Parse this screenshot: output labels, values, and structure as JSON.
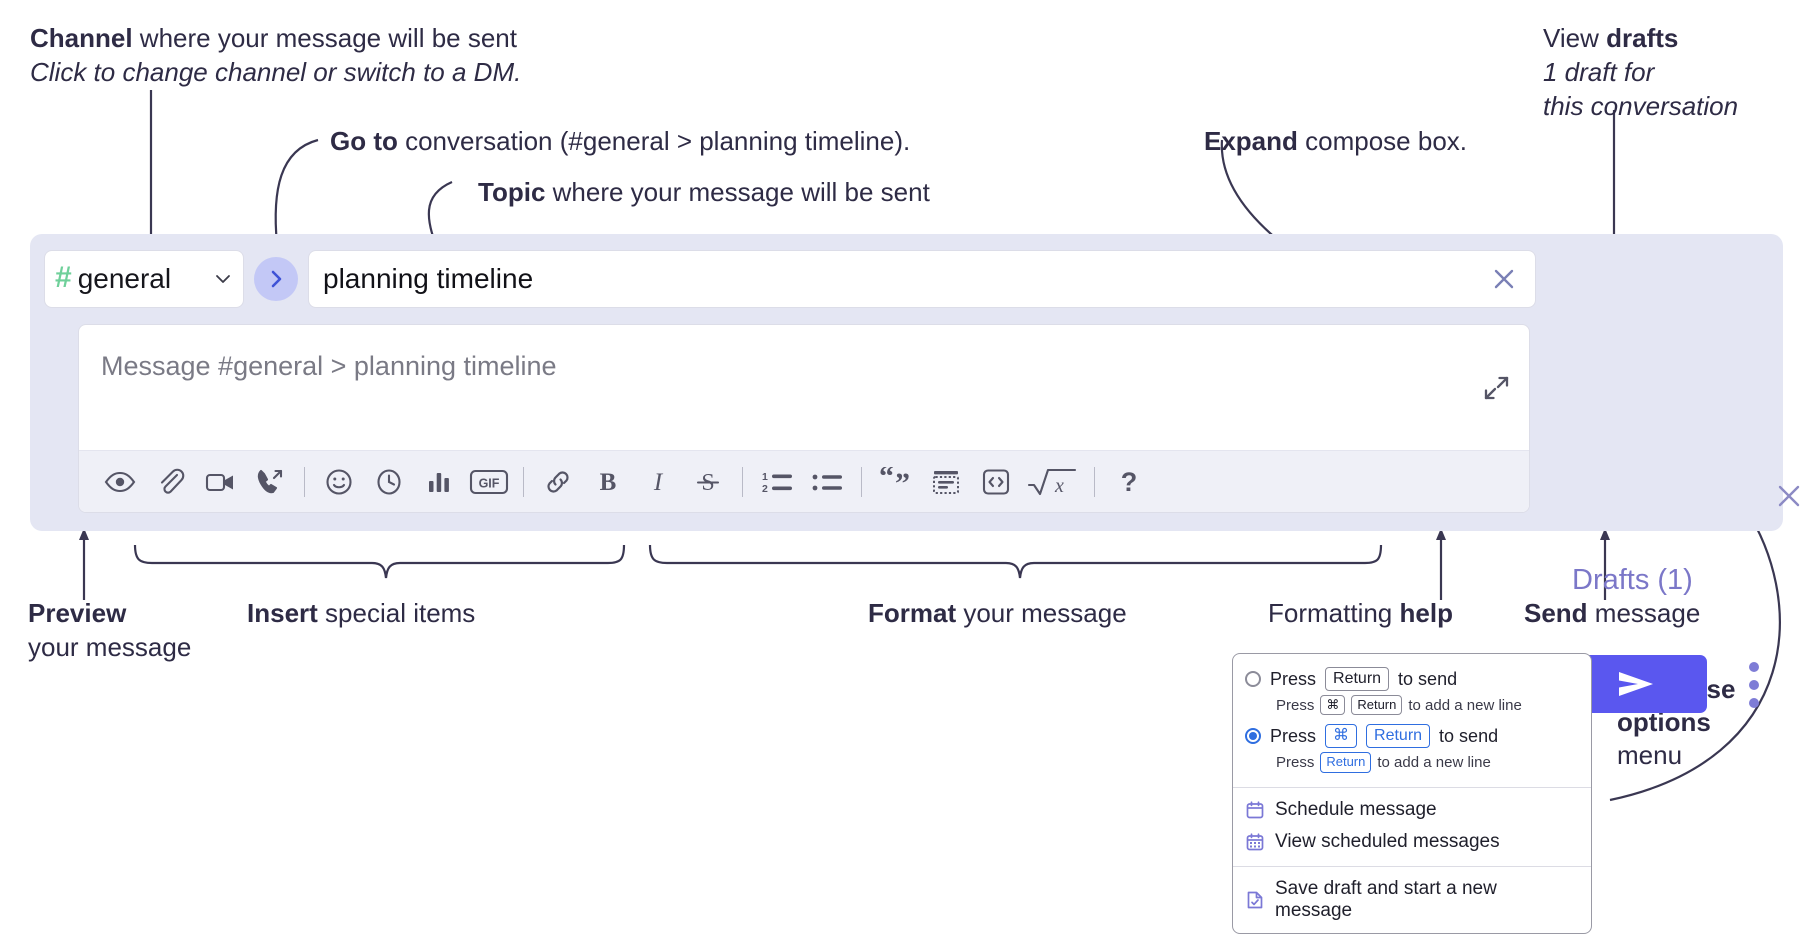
{
  "annotations": {
    "channel": {
      "line1_bold": "Channel",
      "line1_rest": " where your message will be sent",
      "line2_italic": "Click to change channel or switch to a DM."
    },
    "goto": {
      "bold": "Go to",
      "rest": " conversation (#general > planning timeline)."
    },
    "topic": {
      "bold": "Topic",
      "rest": " where your message will be sent"
    },
    "expand": {
      "bold": "Expand",
      "rest": " compose box."
    },
    "drafts": {
      "line1_plain": "View ",
      "line1_bold": "drafts",
      "line2_italic": "1 draft for",
      "line3_italic": "this conversation"
    },
    "preview": {
      "bold": "Preview",
      "rest": "your message"
    },
    "insert": {
      "bold": "Insert",
      "rest": " special items"
    },
    "format": {
      "bold": "Format",
      "rest": " your message"
    },
    "help": {
      "plain": "Formatting ",
      "bold": "help"
    },
    "send": {
      "bold": "Send",
      "rest": " message"
    },
    "compose_options": {
      "line1": "Compose",
      "line2": "options",
      "line3": "menu"
    }
  },
  "compose": {
    "channel_name": "general",
    "channel_hash": "#",
    "topic_value": "planning timeline",
    "message_placeholder": "Message #general > planning timeline",
    "drafts_label": "Drafts (1)",
    "toolbar_left": [
      {
        "name": "preview-icon",
        "label": "Preview"
      },
      {
        "name": "attachment-icon",
        "label": "Attach file"
      },
      {
        "name": "video-icon",
        "label": "Record video clip"
      },
      {
        "name": "audio-call-icon",
        "label": "Record audio clip"
      }
    ],
    "toolbar_insert": [
      {
        "name": "emoji-icon",
        "label": "Emoji"
      },
      {
        "name": "clock-icon",
        "label": "Schedule"
      },
      {
        "name": "poll-icon",
        "label": "Poll"
      },
      {
        "name": "gif-icon",
        "label": "GIF"
      }
    ],
    "toolbar_format": [
      {
        "name": "link-icon",
        "label": "Link"
      },
      {
        "name": "bold-icon",
        "label": "B"
      },
      {
        "name": "italic-icon",
        "label": "I"
      },
      {
        "name": "strikethrough-icon",
        "label": "S"
      },
      {
        "name": "ordered-list-icon",
        "label": "Ordered list"
      },
      {
        "name": "bulleted-list-icon",
        "label": "Bulleted list"
      },
      {
        "name": "blockquote-icon",
        "label": "Blockquote"
      },
      {
        "name": "code-block-icon",
        "label": "Code block"
      },
      {
        "name": "code-icon",
        "label": "Code"
      },
      {
        "name": "latex-icon",
        "label": "Math"
      }
    ],
    "help_label": "?",
    "send_label": "Send"
  },
  "menu": {
    "option1": {
      "pre": "Press",
      "key": "Return",
      "post": "to send",
      "sub_pre": "Press",
      "sub_key1": "⌘",
      "sub_key2": "Return",
      "sub_post": "to add a new line",
      "selected": false
    },
    "option2": {
      "pre": "Press",
      "key1": "⌘",
      "key2": "Return",
      "post": "to send",
      "sub_pre": "Press",
      "sub_key": "Return",
      "sub_post": "to add a new line",
      "selected": true
    },
    "items": [
      {
        "name": "schedule-message",
        "label": "Schedule message",
        "icon": "calendar-icon"
      },
      {
        "name": "view-scheduled",
        "label": "View scheduled messages",
        "icon": "calendar-grid-icon"
      },
      {
        "name": "save-draft",
        "label": "Save draft and start a new message",
        "icon": "draft-check-icon"
      }
    ]
  },
  "colors": {
    "panel_bg": "#e4e6f3",
    "send_purple": "#5a57ef",
    "goto_circle": "#c3c8f6",
    "hash_green": "#6fd09a",
    "drafts_text": "#7b77c8",
    "ink": "#2e2b45",
    "toolbar_bg": "#eff0f7",
    "accent_blue": "#2f6ee0"
  }
}
